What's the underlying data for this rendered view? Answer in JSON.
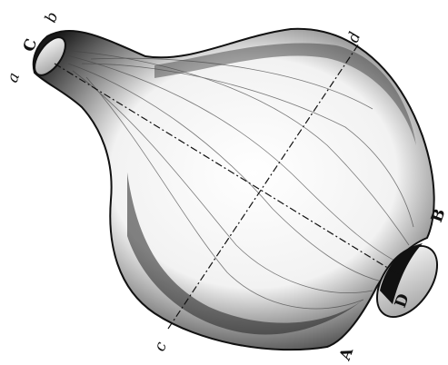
{
  "figure": {
    "labels": {
      "a": "a",
      "C": "C",
      "b": "b",
      "d": "d",
      "B": "B",
      "D": "D",
      "c": "c",
      "A": "A"
    },
    "colors": {
      "ink": "#111111",
      "paper": "#ffffff",
      "shade": "#2a2a2a"
    }
  }
}
